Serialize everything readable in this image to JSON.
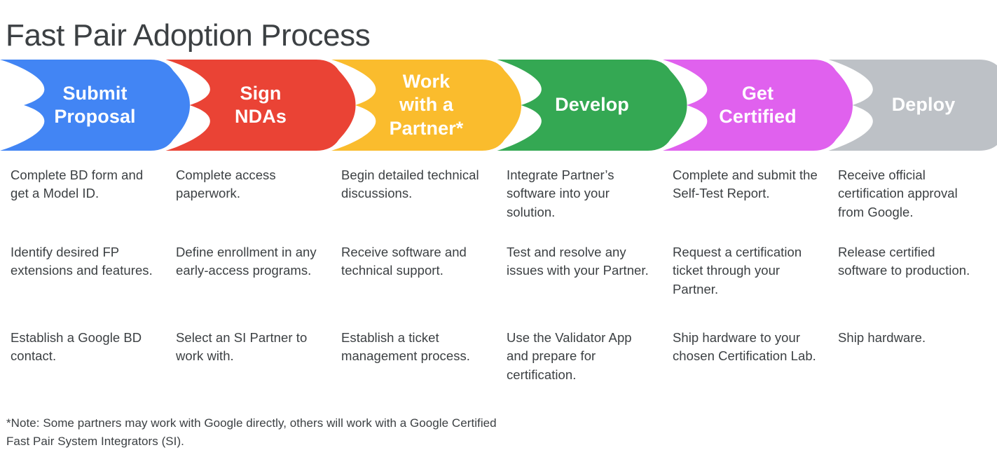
{
  "title": "Fast Pair Adoption Process",
  "stages": [
    {
      "label_lines": [
        "Submit",
        "Proposal"
      ],
      "color": "#4285F4",
      "name": "submit-proposal",
      "bullets": [
        "Complete BD form and get a Model ID.",
        "Identify desired FP extensions and features.",
        "Establish a Google BD contact."
      ]
    },
    {
      "label_lines": [
        "Sign",
        "NDAs"
      ],
      "color": "#EA4335",
      "name": "sign-ndas",
      "bullets": [
        "Complete access paperwork.",
        "Define enrollment in any early-access programs.",
        "Select an SI Partner to work with."
      ]
    },
    {
      "label_lines": [
        "Work",
        "with a",
        "Partner*"
      ],
      "color": "#FABC2D",
      "name": "work-with-a-partner",
      "bullets": [
        "Begin detailed technical discussions.",
        "Receive software and technical support.",
        "Establish a ticket management process."
      ]
    },
    {
      "label_lines": [
        "Develop"
      ],
      "color": "#34A853",
      "name": "develop",
      "bullets": [
        "Integrate Partner’s software into your solution.",
        "Test and resolve any issues with your Partner.",
        "Use the Validator App and prepare for certification."
      ]
    },
    {
      "label_lines": [
        "Get",
        "Certified"
      ],
      "color": "#E061EE",
      "name": "get-certified",
      "bullets": [
        "Complete and submit the Self-Test Report.",
        "Request a certification ticket through your Partner.",
        "Ship hardware to your chosen Certification Lab."
      ]
    },
    {
      "label_lines": [
        "Deploy"
      ],
      "color": "#BDC1C6",
      "name": "deploy",
      "bullets": [
        "Receive official certification approval from Google.",
        "Release certified software to production.",
        "Ship hardware."
      ]
    }
  ],
  "footnote": "*Note: Some partners may work with Google directly, others will work with a Google Certified Fast Pair System Integrators (SI)."
}
